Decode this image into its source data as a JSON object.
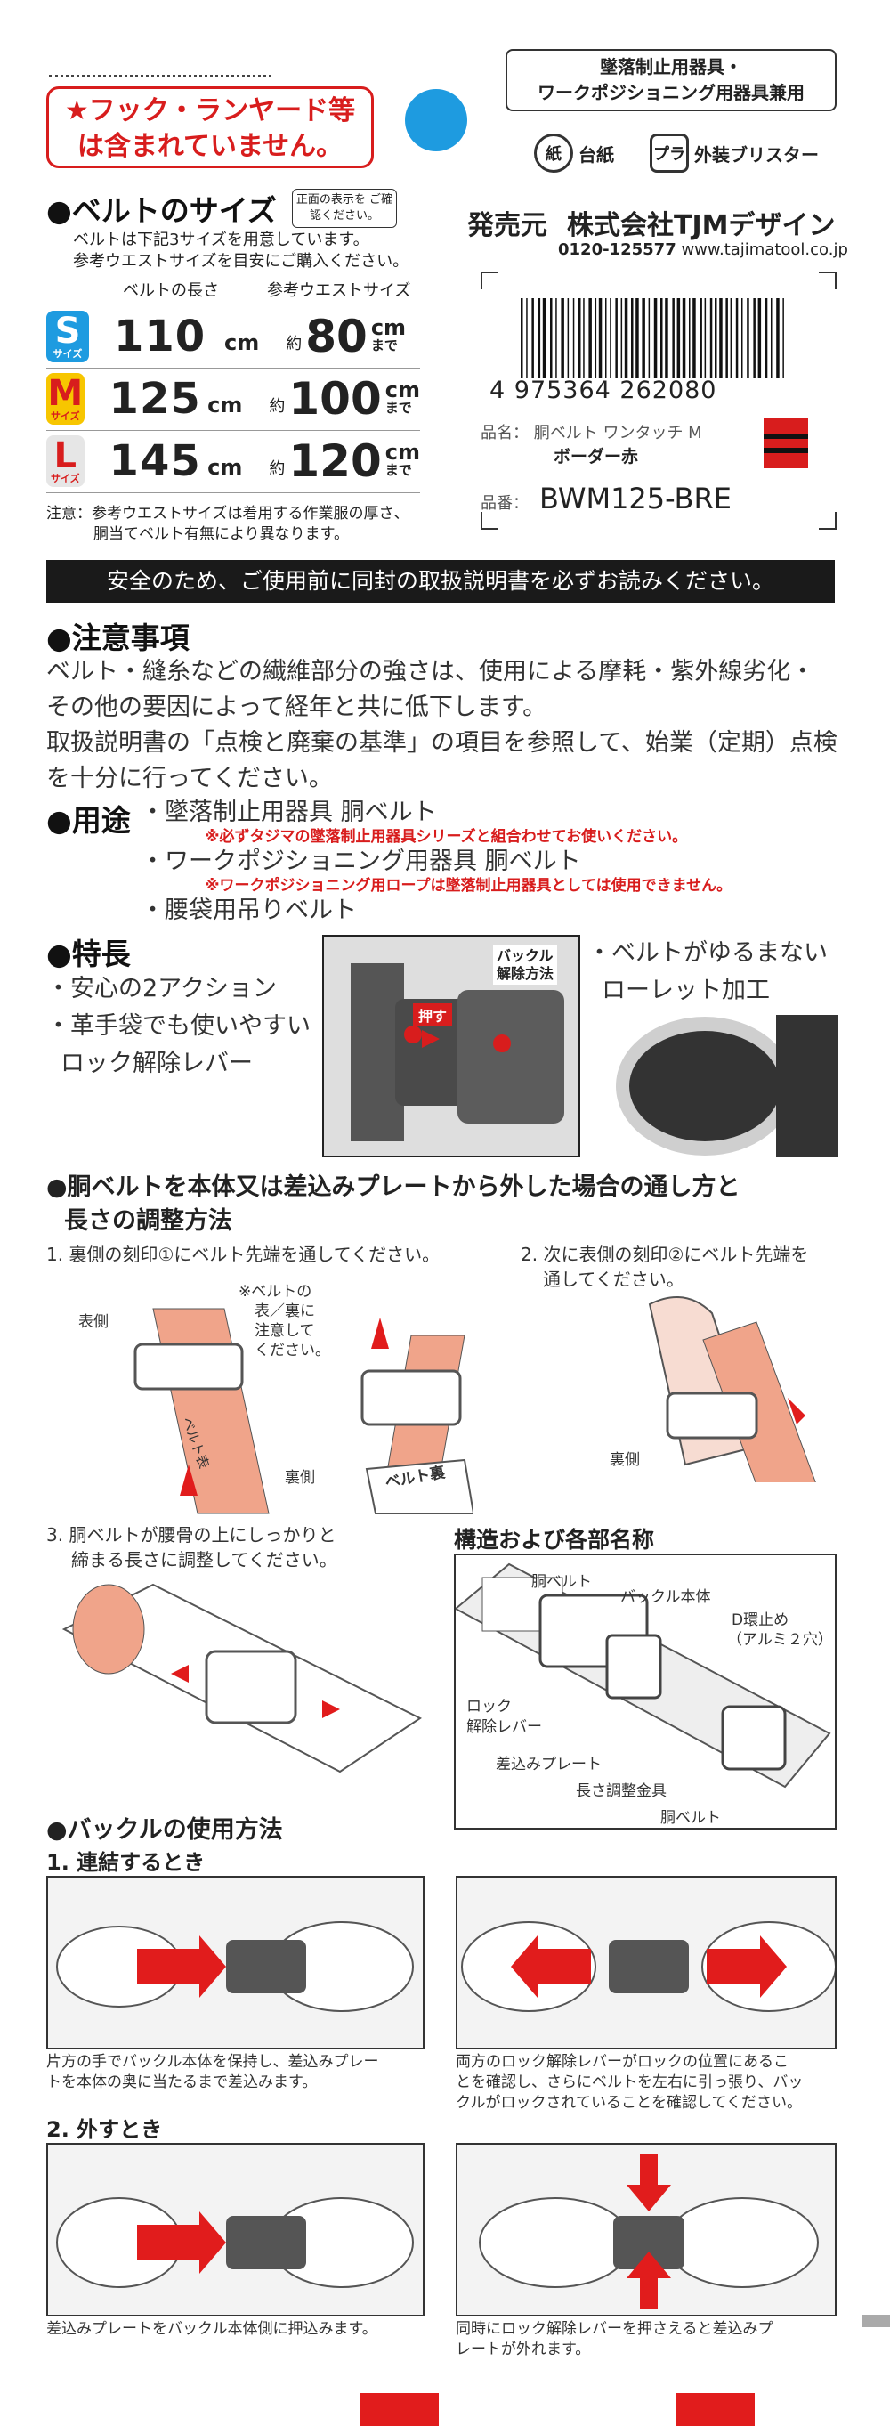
{
  "warning": {
    "line1": "★フック・ランヤード等",
    "line2": "は含まれていません。"
  },
  "usage_box": {
    "line1": "墜落制止用器具・",
    "line2": "ワークポジショニング用器具兼用"
  },
  "recycle": {
    "paper_icon_text": "紙",
    "paper_label": "台紙",
    "plastic_icon_text": "プラ",
    "plastic_label": "外装ブリスター"
  },
  "seller": {
    "label": "発売元",
    "name": "株式会社TJMデザイン",
    "phone": "0120-125577",
    "url": "www.tajimatool.co.jp"
  },
  "belt_size": {
    "heading": "●ベルトのサイズ",
    "note_box": "正面の表示を ご確認ください。",
    "desc1": "ベルトは下記3サイズを用意しています。",
    "desc2": "参考ウエストサイズを目安にご購入ください。",
    "col_length": "ベルトの長さ",
    "col_waist": "参考ウエストサイズ",
    "rows": [
      {
        "size": "S",
        "size_sub": "サイズ",
        "length": "110",
        "unit": "cm",
        "approx": "約",
        "waist": "80",
        "waist_unit": "cm",
        "made": "まで",
        "color": "#1e9be0",
        "text_color": "#ffffff"
      },
      {
        "size": "M",
        "size_sub": "サイズ",
        "length": "125",
        "unit": "cm",
        "approx": "約",
        "waist": "100",
        "waist_unit": "cm",
        "made": "まで",
        "color": "#f7c600",
        "text_color": "#d81d1d"
      },
      {
        "size": "L",
        "size_sub": "サイズ",
        "length": "145",
        "unit": "cm",
        "approx": "約",
        "waist": "120",
        "waist_unit": "cm",
        "made": "まで",
        "color": "#e6e6e6",
        "text_color": "#d81d1d"
      }
    ],
    "caution1": "注意：参考ウエストサイズは着用する作業服の厚さ、",
    "caution2": "胴当てベルト有無により異なります。"
  },
  "product": {
    "barcode_number": "4 975364 262080",
    "name_label": "品名：",
    "name": "胴ベルト ワンタッチ M",
    "color_name": "ボーダー赤",
    "code_label": "品番：",
    "code": "BWM125-BRE"
  },
  "safety_banner": "安全のため、ご使用前に同封の取扱説明書を必ずお読みください。",
  "caution": {
    "heading": "●注意事項",
    "line1": "ベルト・縫糸などの繊維部分の強さは、使用による摩耗・紫外線劣化・",
    "line2": "その他の要因によって経年と共に低下します。",
    "line3": "取扱説明書の「点検と廃棄の基準」の項目を参照して、始業（定期）点検",
    "line4": "を十分に行ってください。"
  },
  "uses": {
    "heading": "●用途",
    "item1": "・墜落制止用器具 胴ベルト",
    "note1": "※必ずタジマの墜落制止用器具シリーズと組合わせてお使いください。",
    "item2": "・ワークポジショニング用器具 胴ベルト",
    "note2": "※ワークポジショニング用ロープは墜落制止用器具としては使用できません。",
    "item3": "・腰袋用吊りベルト"
  },
  "features": {
    "heading": "●特長",
    "f1": "・安心の2アクション",
    "f2": "・革手袋でも使いやすい",
    "f2b": "ロック解除レバー",
    "buckle_label1": "バックル",
    "buckle_label2": "解除方法",
    "push": "押す",
    "f3": "・ベルトがゆるまない",
    "f3b": "ローレット加工"
  },
  "threading": {
    "heading1": "●胴ベルトを本体又は差込みプレートから外した場合の通し方と",
    "heading2": "長さの調整方法",
    "step1": "1. 裏側の刻印①にベルト先端を通してください。",
    "step2a": "2. 次に表側の刻印②にベルト先端を",
    "step2b": "通してください。",
    "note_a": "※ベルトの",
    "note_b": "表／裏に",
    "note_c": "注意して",
    "note_d": "ください。",
    "front": "表側",
    "back": "裏側",
    "belt_back": "ベルト裏",
    "belt_front": "ベルト表",
    "step3a": "3. 胴ベルトが腰骨の上にしっかりと",
    "step3b": "締まる長さに調整してください。"
  },
  "structure": {
    "heading": "構造および各部名称",
    "belt": "胴ベルト",
    "buckle": "バックル本体",
    "dring1": "D環止め",
    "dring2": "（アルミ２穴）",
    "lever1": "ロック",
    "lever2": "解除レバー",
    "plate": "差込みプレート",
    "adjuster": "長さ調整金具",
    "belt2": "胴ベルト"
  },
  "buckle_usage": {
    "heading": "●バックルの使用方法",
    "connect": "1. 連結するとき",
    "connect_desc1a": "片方の手でバックル本体を保持し、差込みプレー",
    "connect_desc1b": "トを本体の奥に当たるまで差込みます。",
    "connect_desc2a": "両方のロック解除レバーがロックの位置にあるこ",
    "connect_desc2b": "とを確認し、さらにベルトを左右に引っ張り、バッ",
    "connect_desc2c": "クルがロックされていることを確認してください。",
    "remove": "2. 外すとき",
    "remove_desc1": "差込みプレートをバックル本体側に押込みます。",
    "remove_desc2a": "同時にロック解除レバーを押さえると差込みプ",
    "remove_desc2b": "レートが外れます。"
  },
  "colors": {
    "accent_red": "#d81d1d",
    "accent_blue": "#1e9be0",
    "belt_orange": "#f0a48a"
  }
}
